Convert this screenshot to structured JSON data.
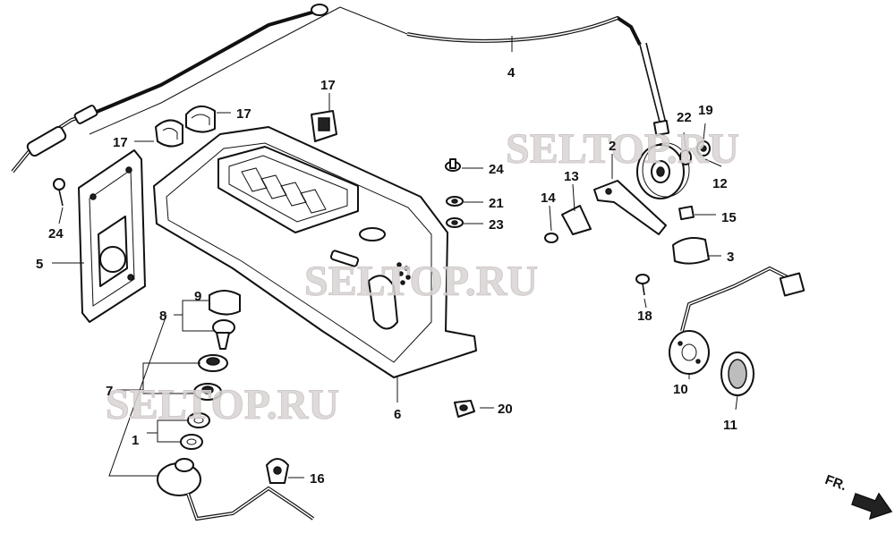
{
  "diagram": {
    "watermark": "SELTOP.RU",
    "direction_marker": "FR.",
    "callouts": [
      {
        "id": "c1",
        "text": "1"
      },
      {
        "id": "c2",
        "text": "2"
      },
      {
        "id": "c3",
        "text": "3"
      },
      {
        "id": "c4",
        "text": "4"
      },
      {
        "id": "c5",
        "text": "5"
      },
      {
        "id": "c6",
        "text": "6"
      },
      {
        "id": "c7",
        "text": "7"
      },
      {
        "id": "c8",
        "text": "8"
      },
      {
        "id": "c9",
        "text": "9"
      },
      {
        "id": "c10",
        "text": "10"
      },
      {
        "id": "c11",
        "text": "11"
      },
      {
        "id": "c12",
        "text": "12"
      },
      {
        "id": "c13",
        "text": "13"
      },
      {
        "id": "c14",
        "text": "14"
      },
      {
        "id": "c15",
        "text": "15"
      },
      {
        "id": "c16",
        "text": "16"
      },
      {
        "id": "c17a",
        "text": "17"
      },
      {
        "id": "c17b",
        "text": "17"
      },
      {
        "id": "c17c",
        "text": "17"
      },
      {
        "id": "c18",
        "text": "18"
      },
      {
        "id": "c19",
        "text": "19"
      },
      {
        "id": "c20",
        "text": "20"
      },
      {
        "id": "c21",
        "text": "21"
      },
      {
        "id": "c22",
        "text": "22"
      },
      {
        "id": "c23",
        "text": "23"
      },
      {
        "id": "c24a",
        "text": "24"
      },
      {
        "id": "c24b",
        "text": "24"
      }
    ]
  }
}
